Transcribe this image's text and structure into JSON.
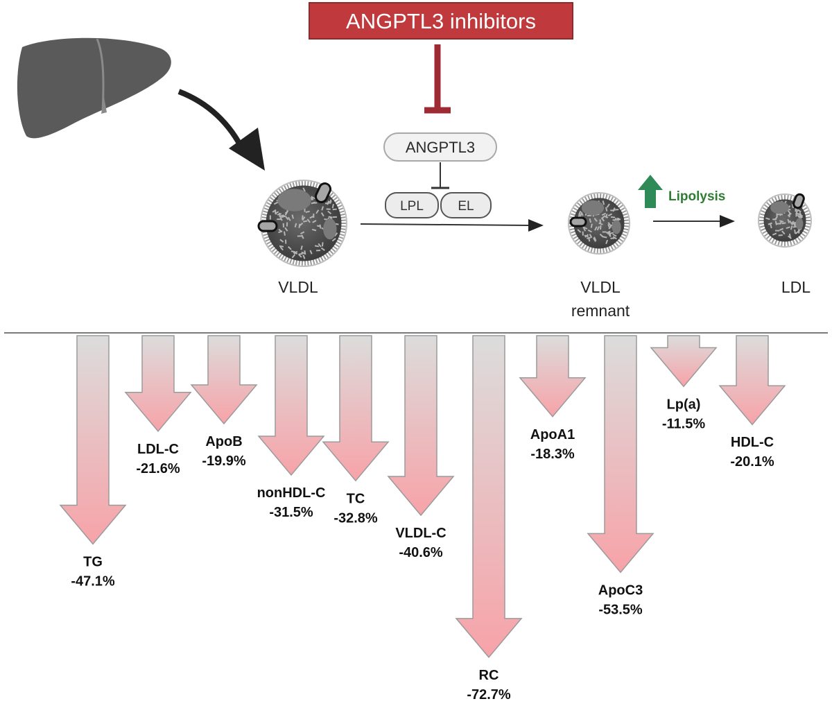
{
  "header": {
    "title": "ANGPTL3 inhibitors",
    "title_color": "#c0393d",
    "inhibit_color": "#9e2b33"
  },
  "pathway": {
    "angptl3_label": "ANGPTL3",
    "lpl_label": "LPL",
    "el_label": "EL",
    "lipolysis_label": "Lipolysis",
    "lipolysis_color": "#2e8b57",
    "vldl_label": "VLDL",
    "remnant_label_line1": "VLDL",
    "remnant_label_line2": "remnant",
    "ldl_label": "LDL",
    "liver_color": "#5a5a5a"
  },
  "chart_data": {
    "type": "bar",
    "arrow_color_top": "#dcdcdc",
    "arrow_color_bottom": "#f7a3a8",
    "items": [
      {
        "name": "TG",
        "value": "-47.1%",
        "pct": -47.1
      },
      {
        "name": "LDL-C",
        "value": "-21.6%",
        "pct": -21.6
      },
      {
        "name": "ApoB",
        "value": "-19.9%",
        "pct": -19.9
      },
      {
        "name": "nonHDL-C",
        "value": "-31.5%",
        "pct": -31.5
      },
      {
        "name": "TC",
        "value": "-32.8%",
        "pct": -32.8
      },
      {
        "name": "VLDL-C",
        "value": "-40.6%",
        "pct": -40.6
      },
      {
        "name": "RC",
        "value": "-72.7%",
        "pct": -72.7
      },
      {
        "name": "ApoA1",
        "value": "-18.3%",
        "pct": -18.3
      },
      {
        "name": "ApoC3",
        "value": "-53.5%",
        "pct": -53.5
      },
      {
        "name": "Lp(a)",
        "value": "-11.5%",
        "pct": -11.5
      },
      {
        "name": "HDL-C",
        "value": "-20.1%",
        "pct": -20.1
      }
    ]
  }
}
